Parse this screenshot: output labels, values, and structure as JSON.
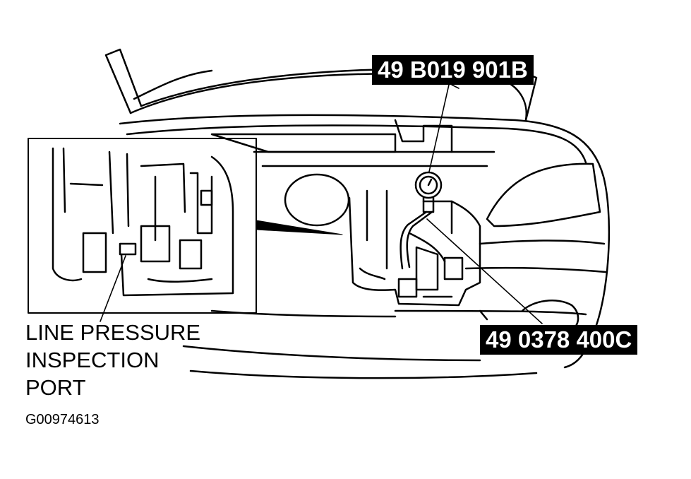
{
  "callouts": {
    "gauge_tool": "49 B019 901B",
    "hose_adapter": "49 0378 400C"
  },
  "port_label": {
    "line1": "LINE PRESSURE",
    "line2": "INSPECTION",
    "line3": "PORT"
  },
  "figure_id": "G00974613",
  "colors": {
    "ink": "#000000",
    "paper": "#ffffff"
  }
}
